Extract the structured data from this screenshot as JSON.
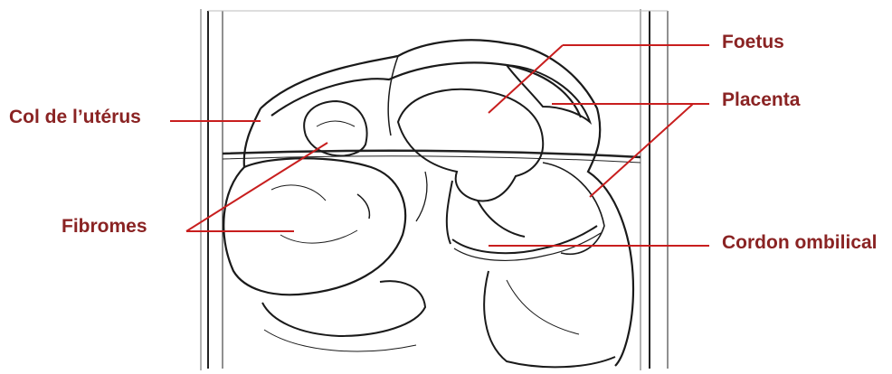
{
  "labels": {
    "col_uterus": "Col de l’utérus",
    "fibromes": "Fibromes",
    "foetus": "Foetus",
    "placenta": "Placenta",
    "cordon": "Cordon ombilical"
  },
  "colors": {
    "label_text": "#8a2323",
    "leader_line": "#c81e1e",
    "sketch_ink": "#1a1a1a",
    "background": "#ffffff"
  }
}
